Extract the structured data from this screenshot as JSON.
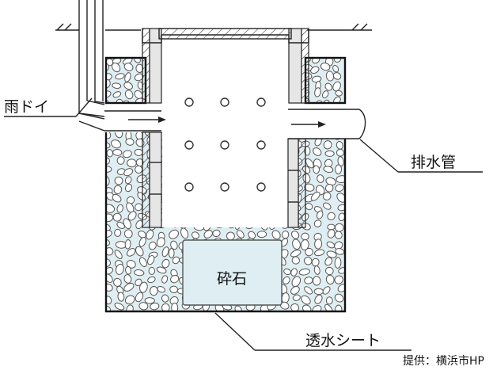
{
  "labels": {
    "rain_gutter": "雨ドイ",
    "drain_pipe": "排水管",
    "gravel": "砕石",
    "permeable_sheet": "透水シート",
    "credit": "提供：横浜市HP"
  },
  "colors": {
    "background": "#ffffff",
    "gravel_fill": "#dfeef2",
    "gravel_outline": "#555555",
    "line": "#111111",
    "hatch": "#444444",
    "block_fill": "#e6e6e6"
  }
}
